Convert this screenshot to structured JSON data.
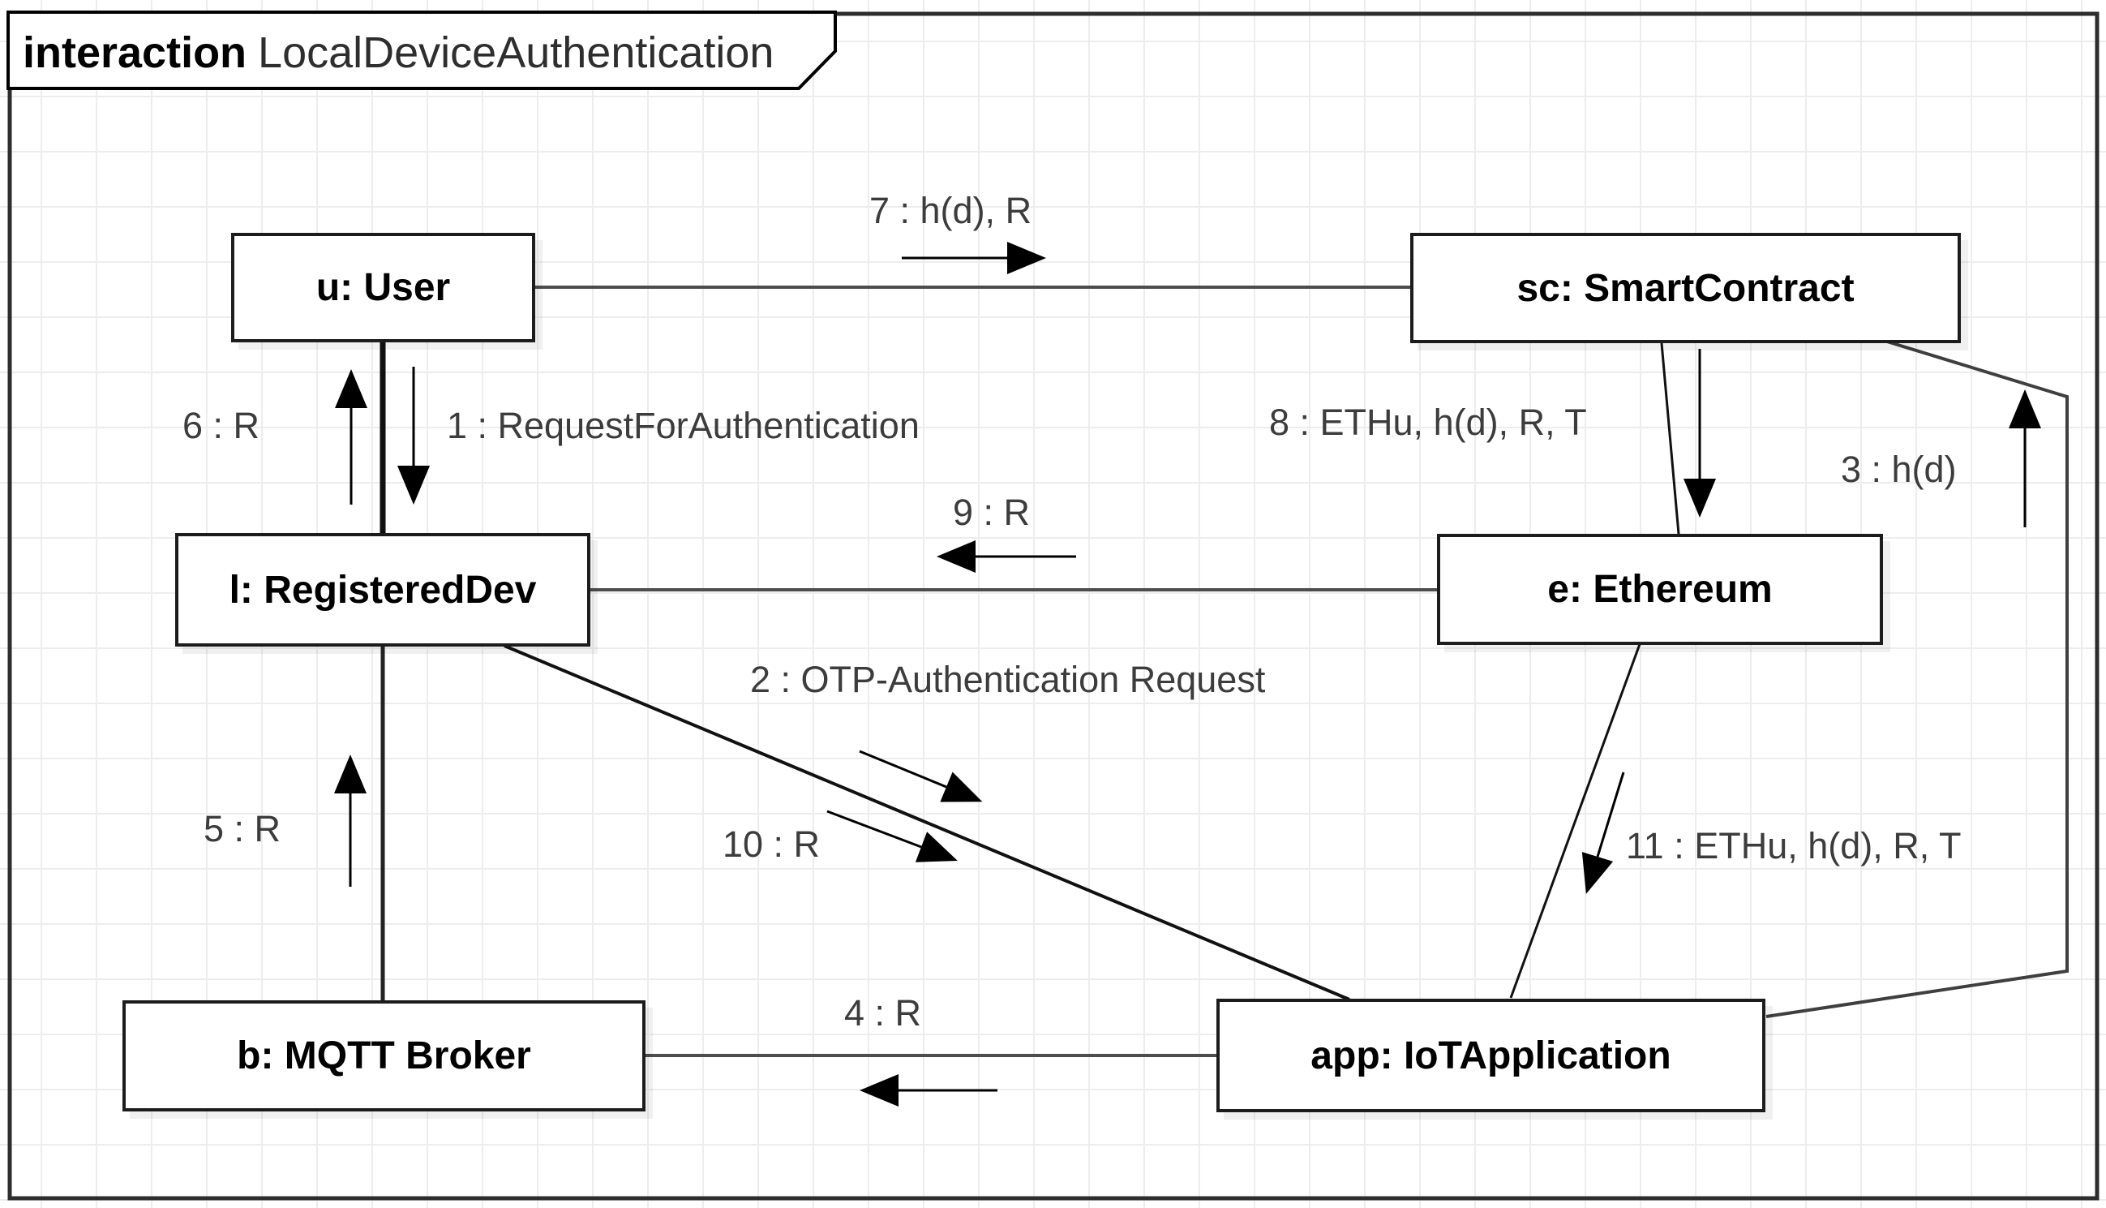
{
  "frame": {
    "keyword": "interaction",
    "name": "LocalDeviceAuthentication"
  },
  "nodes": {
    "user": {
      "label": "u: User"
    },
    "smartcontract": {
      "label": "sc: SmartContract"
    },
    "registereddev": {
      "label": "l: RegisteredDev"
    },
    "ethereum": {
      "label": "e: Ethereum"
    },
    "mqttbroker": {
      "label": "b: MQTT Broker"
    },
    "iotapplication": {
      "label": "app: IoTApplication"
    }
  },
  "messages": {
    "m1": {
      "label": "1 : RequestForAuthentication"
    },
    "m2": {
      "label": "2 : OTP-Authentication Request"
    },
    "m3": {
      "label": "3 : h(d)"
    },
    "m4": {
      "label": "4 : R"
    },
    "m5": {
      "label": "5 : R"
    },
    "m6": {
      "label": "6 : R"
    },
    "m7": {
      "label": "7 : h(d), R"
    },
    "m8": {
      "label": "8 : ETHu, h(d), R, T"
    },
    "m9": {
      "label": "9 : R"
    },
    "m10": {
      "label": "10 : R"
    },
    "m11": {
      "label": "11 : ETHu, h(d), R, T"
    }
  },
  "colors": {
    "background": "#ffffff",
    "grid": "#ededed",
    "node_border": "#1c1c1c",
    "node_fill": "#ffffff",
    "edge_gray": "#4d4d4d",
    "edge_black": "#111111",
    "arrow": "#000000",
    "message_text": "#3c3c3c",
    "frame_border": "#2d2d2d"
  }
}
